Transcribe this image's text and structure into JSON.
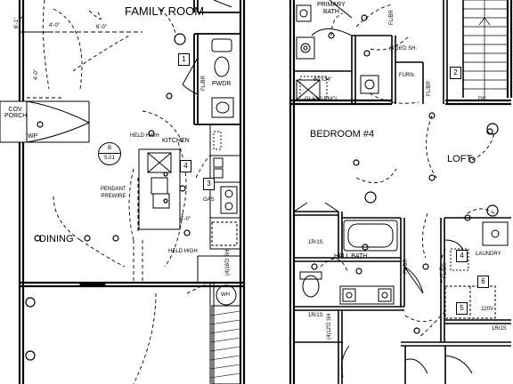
{
  "rooms": {
    "family_room": "FAMILY ROOM",
    "cov_porch": "COV.\nPORCH",
    "wp": "WP",
    "kitchen": "KITCHEN",
    "dining": "DINING",
    "pwdr": "PWDR",
    "wh": "WH",
    "primary_bath": "PRIMARY\nBATH",
    "bedroom4": "BEDROOM #4",
    "loft": "LOFT",
    "hall_bath": "HALL BATH",
    "laundry": "LAUNDRY",
    "furn": "FURN.",
    "glass_encl": "GLASS ENCL.",
    "dn": "DN",
    "gas": "GAS"
  },
  "notes": {
    "held_high_kitchen": "HELD HIGH",
    "held_high_bottom": "HELD HIGH",
    "pendant_prewire": "PENDANT\nPREWIRE",
    "sh_4_16d_top": "(4)16'D SH.",
    "sh_4_16d_left": "(4)16'D SH",
    "sh_4_12d": "(4)12'D SH",
    "shower_size": "60\"x34\"",
    "fl_br": "FL/BR",
    "rod_1r_1s": "1R/1S",
    "v220": "220V"
  },
  "dims": {
    "d61": "6'-1\"",
    "d40a": "4'-0\"",
    "d60": "6'-0\"",
    "d40b": "4'-0\"",
    "d40c": "4'-0\""
  },
  "detail_tag": {
    "top": "B",
    "bottom": "5.01"
  },
  "keys": [
    "1",
    "2",
    "3",
    "4",
    "5",
    "6"
  ]
}
